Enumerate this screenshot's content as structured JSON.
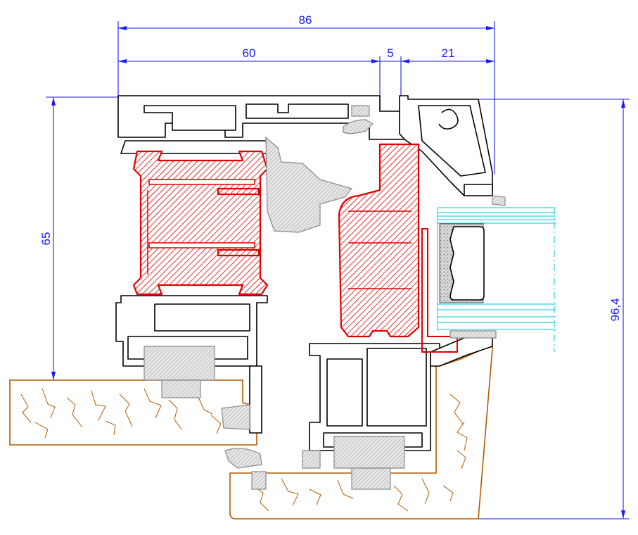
{
  "dimensions": {
    "overall_width": "86",
    "sash_width": "60",
    "gap": "5",
    "bead_width": "21",
    "sash_height": "65",
    "overall_height": "96,4"
  },
  "colors": {
    "dimension": "#1a1aff",
    "aluminium": "#000000",
    "thermal_break": "#e00000",
    "gasket": "#8a8a8a",
    "wood": "#b35a00",
    "glass": "#00c8d8"
  }
}
